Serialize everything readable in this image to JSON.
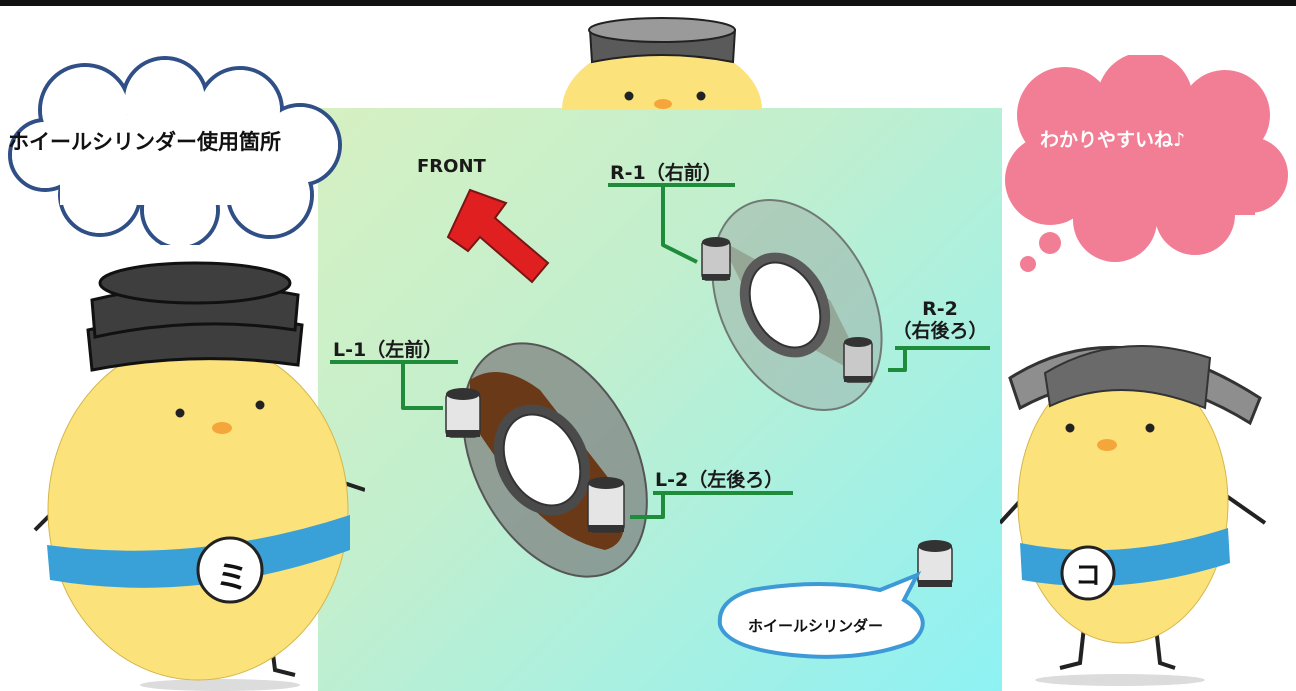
{
  "top_bar_color": "#111111",
  "cloud_left": {
    "text": "ホイールシリンダー使用箇所"
  },
  "cloud_right": {
    "text": "わかりやすいね♪",
    "color": "#f27e95"
  },
  "diagram": {
    "front_label": "FRONT",
    "labels": {
      "r1": "R-1（右前）",
      "r2_line1": "R-2",
      "r2_line2": "（右後ろ）",
      "l1": "L-1（左前）",
      "l2": "L-2（左後ろ）"
    },
    "callout": "ホイールシリンダー"
  },
  "characters": {
    "left_badge": "ミ",
    "right_badge": "コ"
  },
  "colors": {
    "leader_line": "#1e8c3a",
    "front_arrow": "#e02020",
    "belt": "#3aa0d8",
    "chick_body": "#fbe27a",
    "callout_border": "#3d9ad6"
  }
}
